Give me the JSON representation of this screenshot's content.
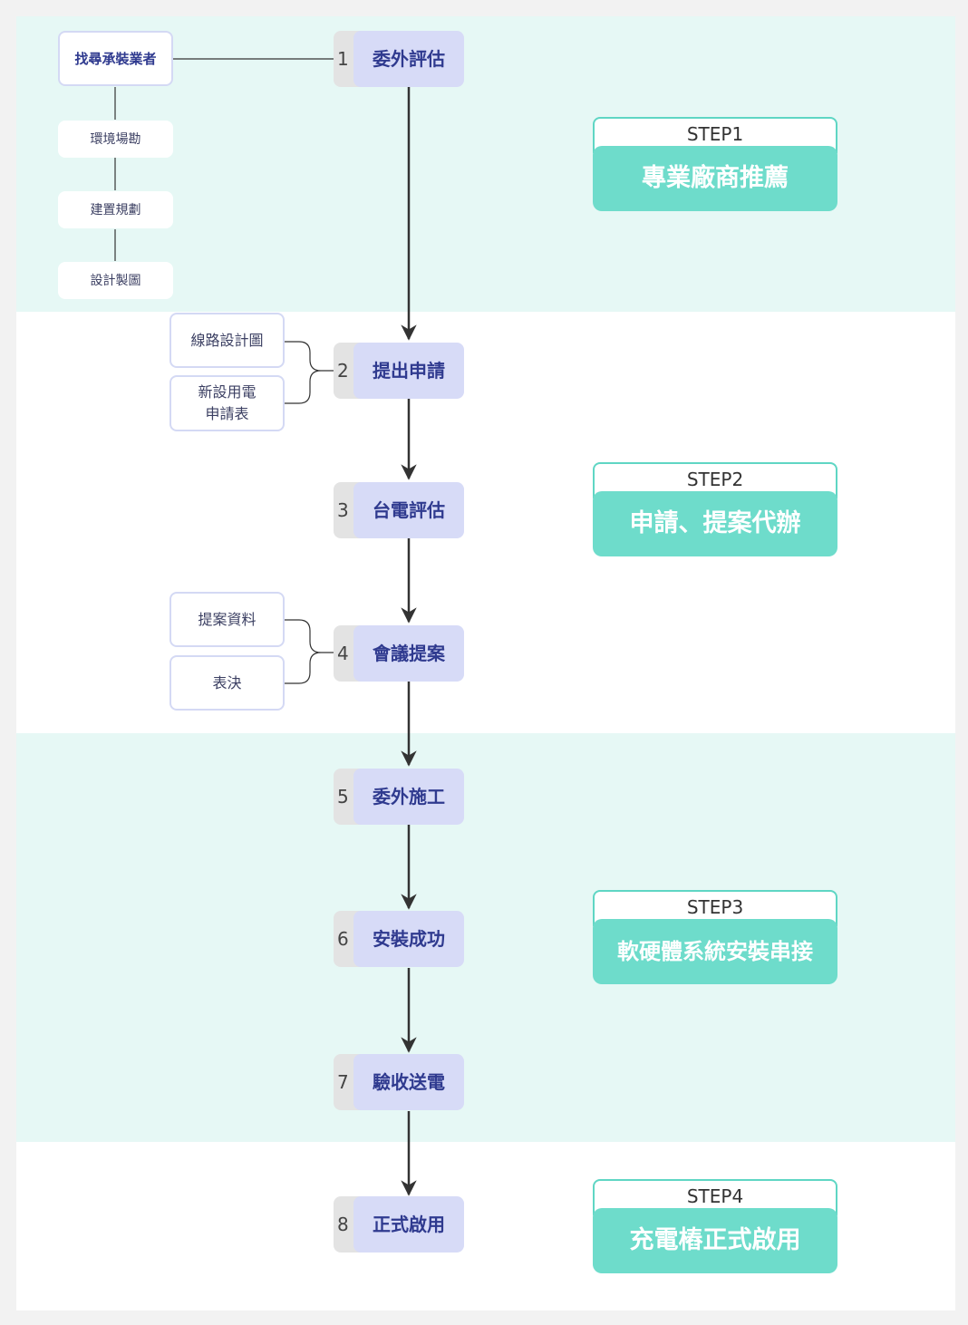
{
  "steps": [
    {
      "num": "1",
      "label": "委外評估"
    },
    {
      "num": "2",
      "label": "提出申請"
    },
    {
      "num": "3",
      "label": "台電評估"
    },
    {
      "num": "4",
      "label": "會議提案"
    },
    {
      "num": "5",
      "label": "委外施工"
    },
    {
      "num": "6",
      "label": "安裝成功"
    },
    {
      "num": "7",
      "label": "驗收送電"
    },
    {
      "num": "8",
      "label": "正式啟用"
    }
  ],
  "step1_side": {
    "vendor": "找尋承裝業者",
    "survey": "環境場勘",
    "planning": "建置規劃",
    "drawing": "設計製圖"
  },
  "step2_side": {
    "circuit": "線路設計圖",
    "form": "新設用電\n申請表"
  },
  "step4_side": {
    "proposal": "提案資料",
    "vote": "表決"
  },
  "stages": [
    {
      "tag": "STEP1",
      "title": "專業廠商推薦"
    },
    {
      "tag": "STEP2",
      "title": "申請、提案代辦"
    },
    {
      "tag": "STEP3",
      "title": "軟硬體系統安裝串接"
    },
    {
      "tag": "STEP4",
      "title": "充電樁正式啟用"
    }
  ],
  "colors": {
    "band_mint": "#e6f8f5",
    "step_fill": "#d7dbf7",
    "step_text": "#2f3a8f",
    "stage_fill": "#6edccb",
    "arrow": "#333333"
  }
}
